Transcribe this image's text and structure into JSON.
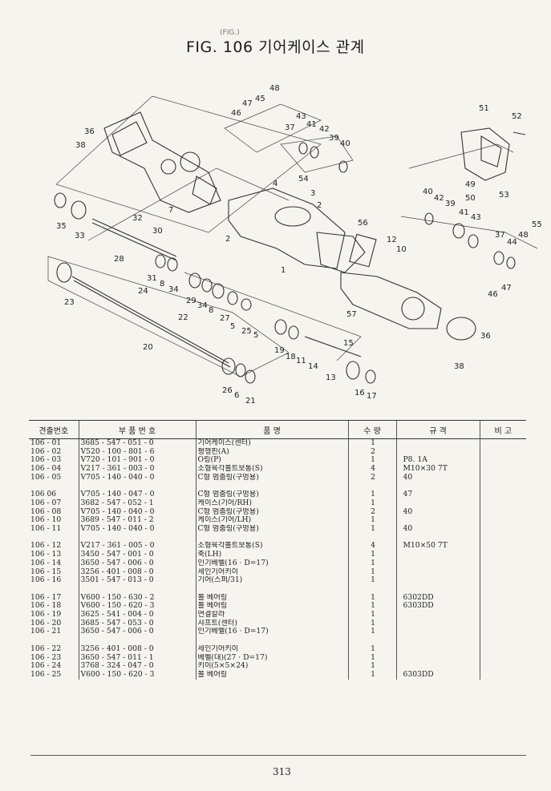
{
  "header": {
    "fig_label": "FIG. 106",
    "title": "기어케이스 관계",
    "handwritten_mark": "(FIG.)"
  },
  "diagram": {
    "callouts": [
      "48",
      "45",
      "47",
      "46",
      "37",
      "43",
      "41",
      "42",
      "39",
      "40",
      "36",
      "38",
      "51",
      "52",
      "49",
      "50",
      "53",
      "4",
      "54",
      "3",
      "2",
      "7",
      "35",
      "33",
      "32",
      "30",
      "28",
      "31",
      "8",
      "34",
      "2",
      "1",
      "56",
      "12",
      "10",
      "23",
      "24",
      "29",
      "34",
      "8",
      "27",
      "5",
      "25",
      "5",
      "22",
      "20",
      "19",
      "18",
      "11",
      "14",
      "15",
      "13",
      "57",
      "40",
      "42",
      "39",
      "41",
      "43",
      "37",
      "44",
      "48",
      "55",
      "46",
      "47",
      "36",
      "38",
      "26",
      "6",
      "21",
      "16",
      "17"
    ]
  },
  "table": {
    "headers": [
      "견출번호",
      "부 품 번 호",
      "품 명",
      "수 량",
      "규 격",
      "비 고"
    ],
    "rows": [
      {
        "no": "106 - 01",
        "part": "3685 - 547 - 051 - 0",
        "name": "기어케이스(센터)",
        "qty": "1",
        "spec": "",
        "note": ""
      },
      {
        "no": "106 - 02",
        "part": "V520 - 100 - 801 - 6",
        "name": "평행핀(A)",
        "qty": "2",
        "spec": "",
        "note": ""
      },
      {
        "no": "106 - 03",
        "part": "V720 - 101 - 901 - 0",
        "name": "O링(P)",
        "qty": "1",
        "spec": "P8. 1A",
        "note": ""
      },
      {
        "no": "106 - 04",
        "part": "V217 - 361 - 003 - 0",
        "name": "소형육각볼트보통(S)",
        "qty": "4",
        "spec": "M10×30 7T",
        "note": ""
      },
      {
        "no": "106 - 05",
        "part": "V705 - 140 - 040 - 0",
        "name": "C형 멈춤링(구멍용)",
        "qty": "2",
        "spec": "40",
        "note": ""
      },
      {
        "gap": true
      },
      {
        "no": "106   06",
        "part": "V705 - 140 - 047 - 0",
        "name": "C형 멈춤링(구멍용)",
        "qty": "1",
        "spec": "47",
        "note": ""
      },
      {
        "no": "106 - 07",
        "part": "3682 - 547 - 052 - 1",
        "name": "케이스(기어/RH)",
        "qty": "1",
        "spec": "",
        "note": ""
      },
      {
        "no": "106 - 08",
        "part": "V705 - 140 - 040 - 0",
        "name": "C형 멈춤링(구멍용)",
        "qty": "2",
        "spec": "40",
        "note": ""
      },
      {
        "no": "106 - 10",
        "part": "3689 - 547 - 011 - 2",
        "name": "케이스(기어/LH)",
        "qty": "1",
        "spec": "",
        "note": ""
      },
      {
        "no": "106 - 11",
        "part": "V705 - 140 - 040 - 0",
        "name": "C형 멈춤링(구멍용)",
        "qty": "1",
        "spec": "40",
        "note": ""
      },
      {
        "gap": true
      },
      {
        "no": "106 - 12",
        "part": "V217 - 361 - 005 - 0",
        "name": "소형육각볼트보통(S)",
        "qty": "4",
        "spec": "M10×50 7T",
        "note": ""
      },
      {
        "no": "106 - 13",
        "part": "3450 - 547 - 001 - 0",
        "name": "축(LH)",
        "qty": "1",
        "spec": "",
        "note": ""
      },
      {
        "no": "106 - 14",
        "part": "3650 - 547 - 006 - 0",
        "name": "인기베벨(16 · D=17)",
        "qty": "1",
        "spec": "",
        "note": ""
      },
      {
        "no": "106 - 15",
        "part": "3256 - 401 - 008 - 0",
        "name": "세인기어키이",
        "qty": "1",
        "spec": "",
        "note": ""
      },
      {
        "no": "106 - 16",
        "part": "3501 - 547 - 013 - 0",
        "name": "기어(스퍼/31)",
        "qty": "1",
        "spec": "",
        "note": ""
      },
      {
        "gap": true
      },
      {
        "no": "106 - 17",
        "part": "V600 - 150 - 630 - 2",
        "name": "볼 베어링",
        "qty": "1",
        "spec": "6302DD",
        "note": ""
      },
      {
        "no": "106 - 18",
        "part": "V600 - 150 - 620 - 3",
        "name": "볼 베어링",
        "qty": "1",
        "spec": "6303DD",
        "note": ""
      },
      {
        "no": "106 - 19",
        "part": "3625 - 541 - 004 - 0",
        "name": "연결칼라",
        "qty": "1",
        "spec": "",
        "note": ""
      },
      {
        "no": "106 - 20",
        "part": "3685 - 547 - 053 - 0",
        "name": "샤프트(센터)",
        "qty": "1",
        "spec": "",
        "note": ""
      },
      {
        "no": "106 - 21",
        "part": "3650 - 547 - 006 - 0",
        "name": "인기베벨(16 · D=17)",
        "qty": "1",
        "spec": "",
        "note": ""
      },
      {
        "gap": true
      },
      {
        "no": "106 - 22",
        "part": "3256 - 401 - 008 - 0",
        "name": "세인기어키이",
        "qty": "1",
        "spec": "",
        "note": ""
      },
      {
        "no": "106 - 23",
        "part": "3650 - 547 - 011 - 1",
        "name": "베벨(대)(27 · D=17)",
        "qty": "1",
        "spec": "",
        "note": ""
      },
      {
        "no": "106 - 24",
        "part": "3768 - 324 - 047 - 0",
        "name": "키이(5×5×24)",
        "qty": "1",
        "spec": "",
        "note": ""
      },
      {
        "no": "106 - 25",
        "part": "V600 - 150 - 620 - 3",
        "name": "볼 베어링",
        "qty": "1",
        "spec": "6303DD",
        "note": ""
      }
    ]
  },
  "footer": {
    "page_number": "313"
  }
}
